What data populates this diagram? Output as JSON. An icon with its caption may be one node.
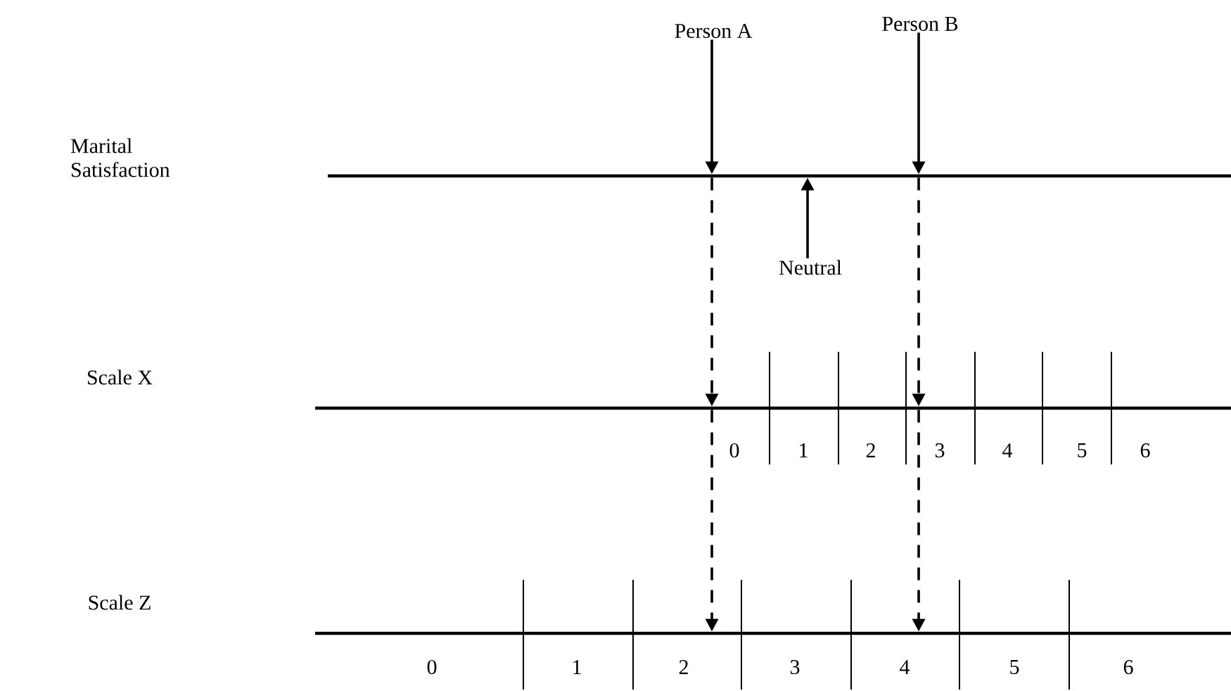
{
  "diagram": {
    "nodes": [
      {
        "text": [
          "Person A"
        ]
      },
      {
        "text": [
          "Person B"
        ]
      },
      {
        "text": [
          "Neutral"
        ]
      },
      {
        "text": [],
        "shape": "line"
      },
      {
        "text": [],
        "shape": "line"
      },
      {
        "text": [],
        "shape": "line"
      }
    ],
    "edges": [
      {
        "from": 0,
        "to": 3,
        "arrow": "to"
      },
      {
        "from": 1,
        "to": 3,
        "arrow": "to"
      },
      {
        "from": 2,
        "to": 3,
        "arrow": "to"
      },
      {
        "from": 3,
        "to": 4,
        "arrow": "to",
        "style": "dashed"
      },
      {
        "from": 3,
        "to": 4,
        "arrow": "to",
        "style": "dashed"
      },
      {
        "from": 4,
        "to": 5,
        "arrow": "to",
        "style": "dashed"
      },
      {
        "from": 4,
        "to": 5,
        "arrow": "to",
        "style": "dashed"
      }
    ],
    "labels": [
      "Marital Satisfaction",
      "Scale X",
      "0",
      "1",
      "2",
      "3",
      "4",
      "5",
      "6",
      "Scale Z",
      "0",
      "1",
      "2",
      "3",
      "4",
      "5",
      "6"
    ]
  }
}
